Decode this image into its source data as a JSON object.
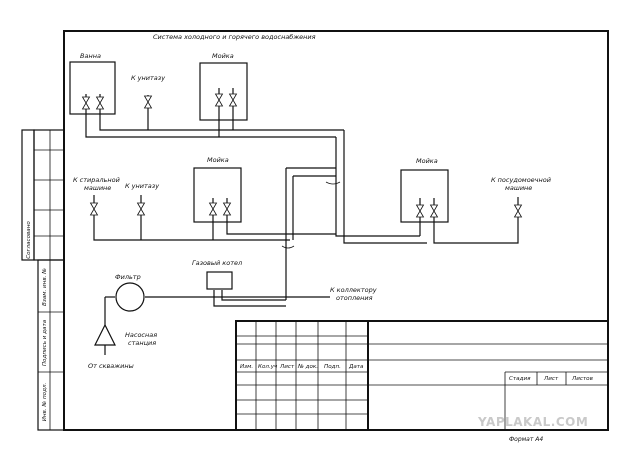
{
  "title": "Система холодного и горячего водоснабжения",
  "fixtures": {
    "bath": "Ванна",
    "sink_top": "Мойка",
    "toilet_top": [
      "К унитазу"
    ],
    "washer": [
      "К стиральной",
      "машине"
    ],
    "toilet_mid": [
      "К унитазу"
    ],
    "sink_mid": "Мойка",
    "sink_right": "Мойка",
    "dishwasher": [
      "К посудомоечной",
      "машине"
    ]
  },
  "equipment": {
    "filter": "Фильтр",
    "boiler": "Газовый котел",
    "heating": [
      "К коллектору",
      "отопления"
    ],
    "pump": [
      "Насосная",
      "станция"
    ],
    "well": "От скважины"
  },
  "side_stamp": {
    "agreed": "Согласовано",
    "inv_replace": "Взам. инв. №",
    "sign_date": "Подпись и дата",
    "inv_orig": "Инв. № подл."
  },
  "title_block": {
    "columns": [
      "Изм.",
      "Кол.уч",
      "Лист",
      "№ док.",
      "Подп.",
      "Дата"
    ],
    "stage": "Стадия",
    "sheet": "Лист",
    "sheets": "Листов"
  },
  "watermark": "YAPLAKAL.COM",
  "format": "Формат А4"
}
